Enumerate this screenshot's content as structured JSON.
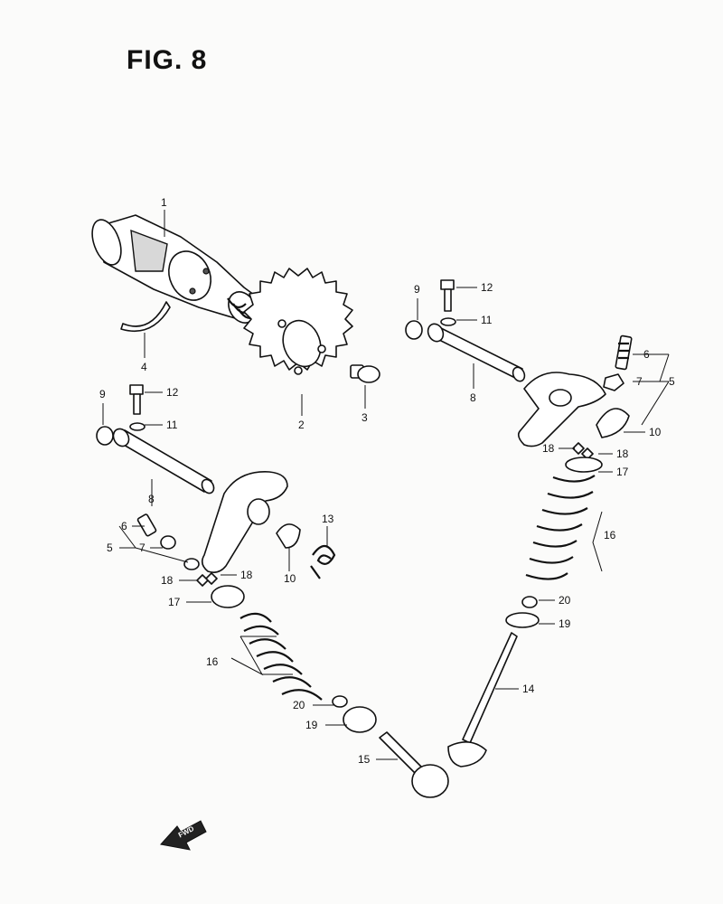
{
  "figure": {
    "title": "FIG. 8"
  },
  "callouts": {
    "c1": "1",
    "c2": "2",
    "c3": "3",
    "c4": "4",
    "c5a": "5",
    "c5b": "5",
    "c6a": "6",
    "c6b": "6",
    "c7a": "7",
    "c7b": "7",
    "c8a": "8",
    "c8b": "8",
    "c9a": "9",
    "c9b": "9",
    "c10a": "10",
    "c10b": "10",
    "c11a": "11",
    "c11b": "11",
    "c12a": "12",
    "c12b": "12",
    "c13": "13",
    "c14": "14",
    "c15": "15",
    "c16a": "16",
    "c16b": "16",
    "c17a": "17",
    "c17b": "17",
    "c18a": "18",
    "c18b": "18",
    "c18c": "18",
    "c18d": "18",
    "c19a": "19",
    "c19b": "19",
    "c20a": "20",
    "c20b": "20"
  },
  "direction_marker": {
    "label": "FWD",
    "icon": "forward-arrow-icon"
  }
}
